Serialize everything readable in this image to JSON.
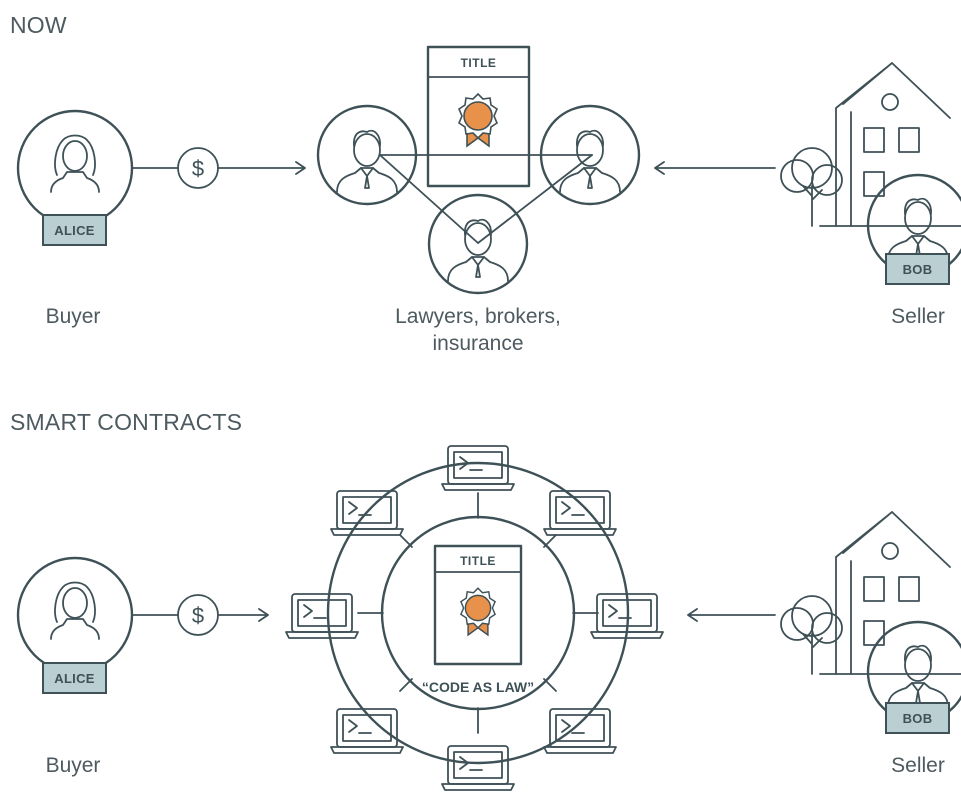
{
  "sections": {
    "now": {
      "heading": "NOW",
      "intermediaries": [
        "Lawyers, brokers,",
        "insurance"
      ]
    },
    "smart": {
      "heading": "SMART CONTRACTS",
      "code_label": "“CODE AS LAW”"
    }
  },
  "roles": {
    "buyer": "Buyer",
    "seller": "Seller"
  },
  "people": {
    "buyer_name": "ALICE",
    "seller_name": "BOB"
  },
  "title_doc": {
    "label": "TITLE"
  },
  "currency_symbol": "$",
  "colors": {
    "ink": "#3e5157",
    "accent": "#e8914a",
    "tag_fill": "#b9cfd1",
    "person_bg": "#e3e6e6"
  }
}
